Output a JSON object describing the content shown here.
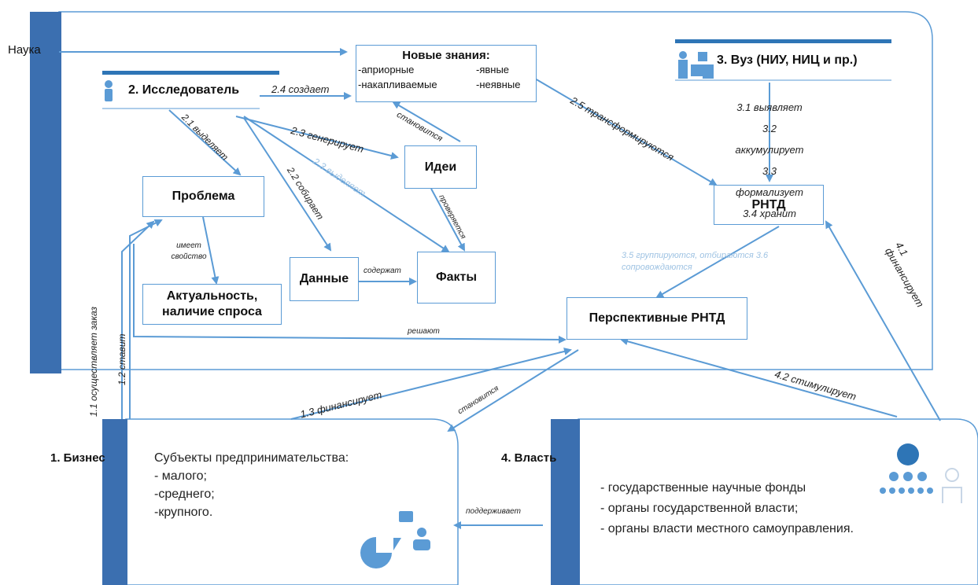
{
  "sections": {
    "science": "Наука",
    "business": "1. Бизнес",
    "researcher": "2. Исследователь",
    "university": "3. Вуз (НИУ, НИЦ и пр.)",
    "power": "4. Власть"
  },
  "new_knowledge": {
    "title": "Новые знания:",
    "items": [
      "-априорные",
      "-явные",
      "-накапливаемые",
      "-неявные"
    ]
  },
  "boxes": {
    "problem": "Проблема",
    "relevance": "Актуальность, наличие спроса",
    "ideas": "Идеи",
    "data": "Данные",
    "facts": "Факты",
    "rntd": "РНТД",
    "prospective_rntd": "Перспективные РНТД"
  },
  "university_actions": [
    "3.1 выявляет",
    "3.2 аккумулирует",
    "3.3 формализует",
    "3.4 хранит"
  ],
  "edge_labels": {
    "creates": "2.4 создает",
    "becomes_top": "становится",
    "highlights_21": "2.1 выделяет",
    "generates": "2.3 генерирует",
    "highlights_23": "2.3 выделяет",
    "collects": "2.2 собирает",
    "transform": "2.5 трансформируются",
    "has_property": "имеет свойство",
    "contains": "содержат",
    "checked": "проверяется",
    "selected": "3.5 группируются, отбираются 3.6 сопровождаются",
    "solve": "решают",
    "realizes": "1.1 осуществляет заказ",
    "presents": "1.2 ставит",
    "finances_13": "1.3 финансирует",
    "becomes_bottom": "становится",
    "stimulates": "4.2 стимулирует",
    "finances_41": "4.1 финансирует",
    "supports": "поддерживает"
  },
  "business_panel": {
    "heading": "Субъекты предпринимательства:",
    "items": [
      "- малого;",
      "-среднего;",
      "-крупного."
    ]
  },
  "power_panel": {
    "items": [
      "- государственные научные фонды",
      "- органы государственной власти;",
      "- органы власти местного самоуправления."
    ]
  },
  "colors": {
    "accent": "#5b9bd5",
    "dark_accent": "#2e75b6",
    "frame": "#3b6fb0"
  }
}
